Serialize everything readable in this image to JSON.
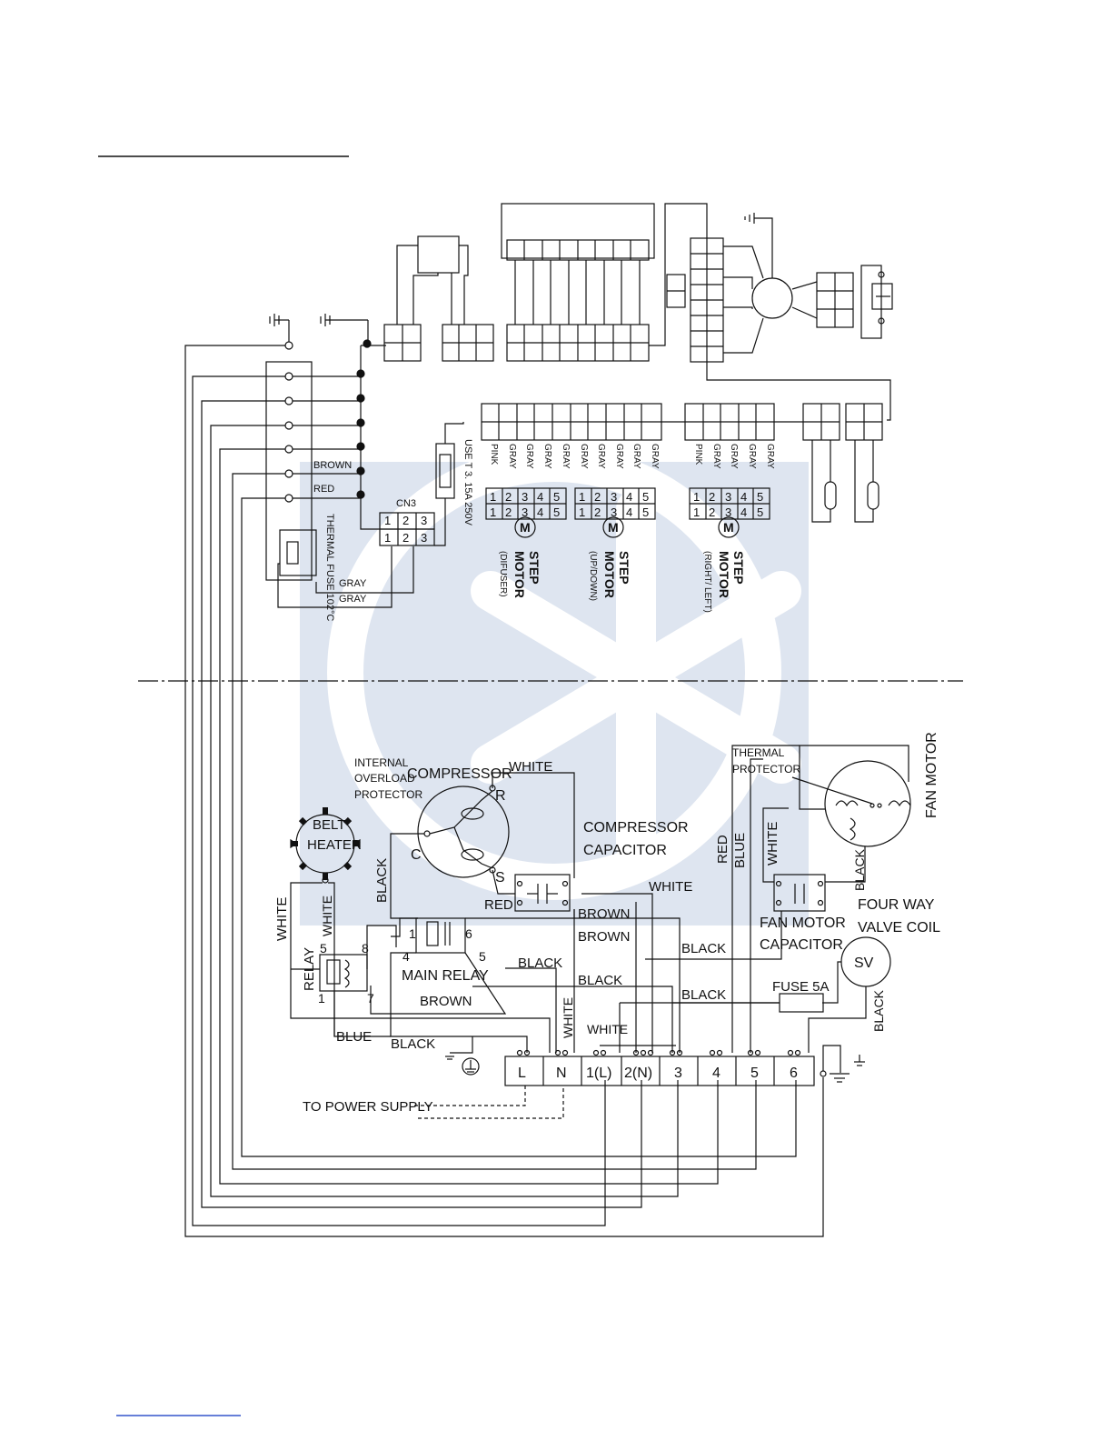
{
  "wire_colors": {
    "brown": "BROWN",
    "red": "RED",
    "gray": "GRAY",
    "pink": "PINK",
    "white": "WHITE",
    "black": "BLACK",
    "blue": "BLUE"
  },
  "indoor": {
    "thermal_fuse": "THERMAL FUSE 102°C",
    "cn3": "CN3",
    "fuse": "USE T 3. 15A 250V",
    "step_motor": [
      "STEP",
      "MOTOR"
    ],
    "diffuser": "(DIFUSER)",
    "updown": "(UP/DOWN)",
    "rightleft": "(RIGHT/ LEFT)",
    "digits_123": [
      "1",
      "2",
      "3"
    ],
    "digits_12345": [
      "1",
      "2",
      "3",
      "4",
      "5"
    ]
  },
  "outdoor": {
    "internal_overload": [
      "INTERNAL",
      "OVERLOAD",
      "PROTECTOR"
    ],
    "compressor": "COMPRESSOR",
    "terminal_c": "C",
    "terminal_r": "R",
    "terminal_s": "S",
    "compressor_capacitor": [
      "COMPRESSOR",
      "CAPACITOR"
    ],
    "thermal_protector": [
      "THERMAL",
      "PROTECTOR"
    ],
    "fan_motor": "FAN MOTOR",
    "belt_heater": [
      "BELT",
      "HEATER"
    ],
    "main_relay": "MAIN RELAY",
    "relay": "RELAY",
    "relay_pins": [
      "1",
      "6",
      "4",
      "5"
    ],
    "relay2_pins": [
      "5",
      "8",
      "1",
      "7"
    ],
    "fan_motor_capacitor": [
      "FAN MOTOR",
      "CAPACITOR"
    ],
    "four_way": [
      "FOUR WAY",
      "VALVE COIL"
    ],
    "sv": "SV",
    "fuse": "FUSE 5A",
    "to_power_supply": "TO POWER SUPPLY",
    "terminals": [
      "L",
      "N",
      "1(L)",
      "2(N)",
      "3",
      "4",
      "5",
      "6"
    ]
  }
}
